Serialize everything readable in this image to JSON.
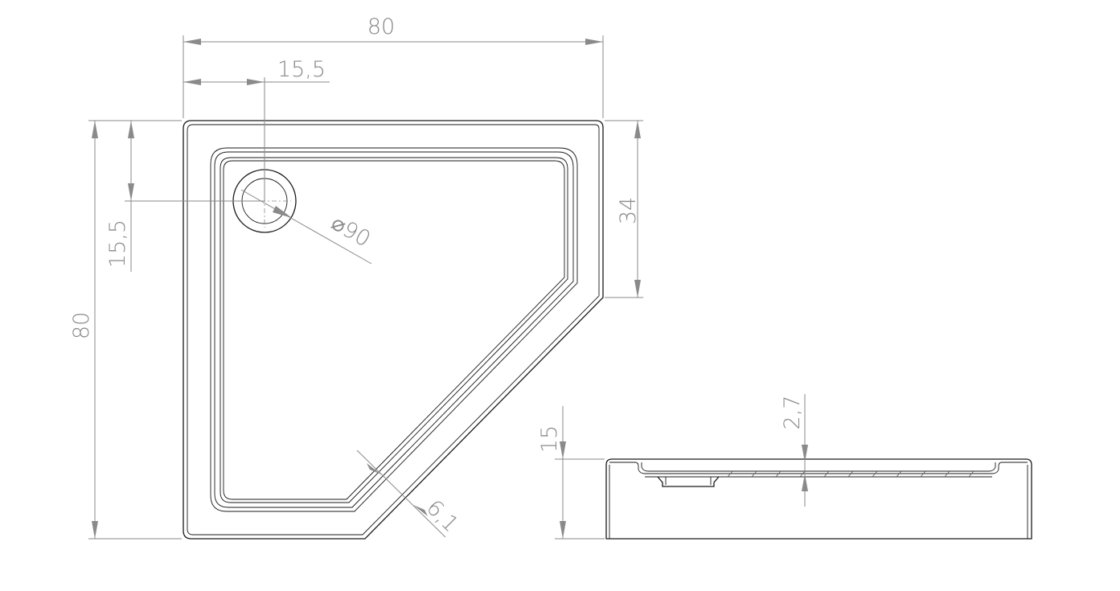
{
  "dimensions": {
    "top_width": "80",
    "drain_offset_x": "15,5",
    "side_height": "80",
    "drain_offset_y": "15,5",
    "right_edge": "34",
    "drain_diameter": "⌀90",
    "rim_width": "6,1",
    "tray_height": "15",
    "floor_depth": "2,7"
  },
  "colors": {
    "outline": "#1a1a1a",
    "dimension": "#8a8a8a"
  }
}
